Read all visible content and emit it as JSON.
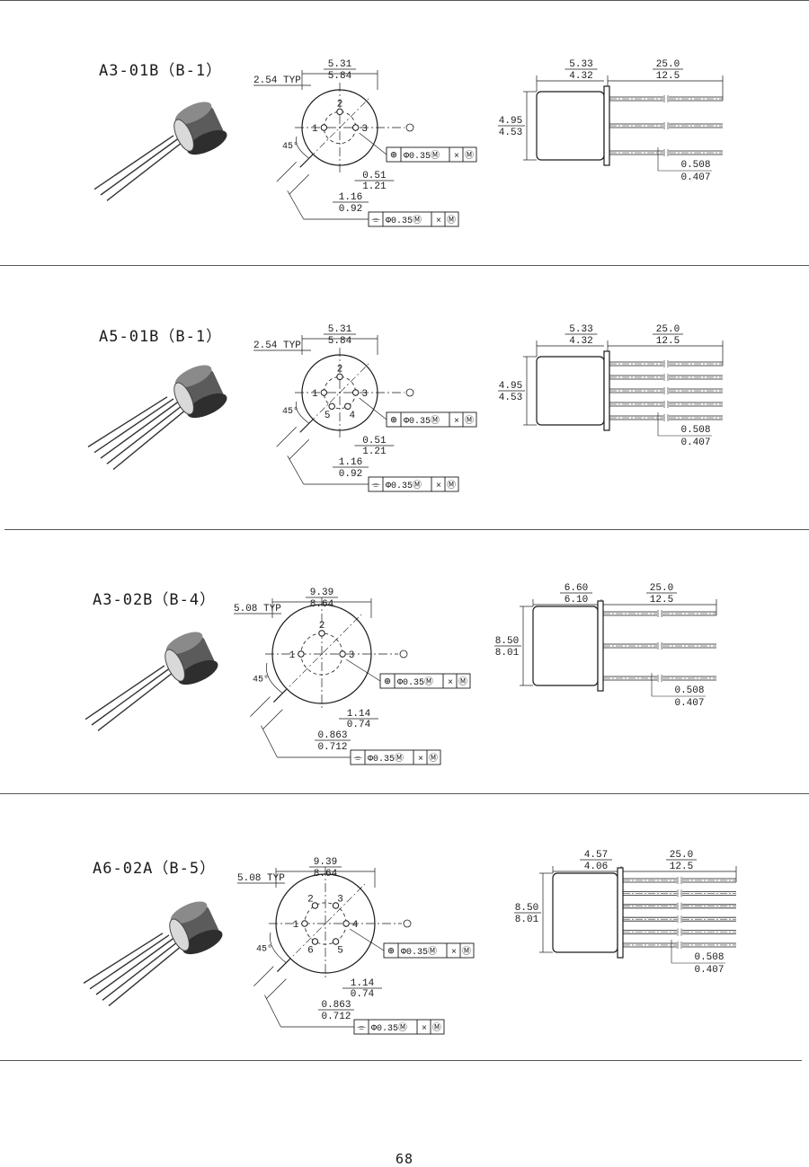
{
  "page_number": "68",
  "packages": [
    {
      "id": "A3-01B",
      "title": "A3-01B（B-1）",
      "pins": 3,
      "top_view": {
        "pin_spacing": "2.54 TYP",
        "dia_max": "5.31",
        "dia_min": "5.84",
        "angle": "45°",
        "tab_a_1": "0.51",
        "tab_a_2": "1.21",
        "tab_b_1": "1.16",
        "tab_b_2": "0.92",
        "pin_labels": [
          "1",
          "2",
          "3"
        ],
        "tol_pos": "Φ0.35Ⓜ",
        "tol_pos_2": "Ⓜ",
        "tol_flat": "Φ0.35Ⓜ",
        "tol_flat_2": "Ⓜ"
      },
      "side_view": {
        "cap_len_1": "5.33",
        "cap_len_2": "4.32",
        "lead_len_1": "25.0",
        "lead_len_2": "12.5",
        "height_1": "4.95",
        "height_2": "4.53",
        "lead_dia_1": "0.508",
        "lead_dia_2": "0.407"
      }
    },
    {
      "id": "A5-01B",
      "title": "A5-01B（B-1）",
      "pins": 5,
      "top_view": {
        "pin_spacing": "2.54 TYP",
        "dia_max": "5.31",
        "dia_min": "5.84",
        "angle": "45°",
        "tab_a_1": "0.51",
        "tab_a_2": "1.21",
        "tab_b_1": "1.16",
        "tab_b_2": "0.92",
        "pin_labels": [
          "1",
          "2",
          "3",
          "4",
          "5"
        ],
        "tol_pos": "Φ0.35Ⓜ",
        "tol_pos_2": "Ⓜ",
        "tol_flat": "Φ0.35Ⓜ",
        "tol_flat_2": "Ⓜ"
      },
      "side_view": {
        "cap_len_1": "5.33",
        "cap_len_2": "4.32",
        "lead_len_1": "25.0",
        "lead_len_2": "12.5",
        "height_1": "4.95",
        "height_2": "4.53",
        "lead_dia_1": "0.508",
        "lead_dia_2": "0.407"
      }
    },
    {
      "id": "A3-02B",
      "title": "A3-02B（B-4）",
      "pins": 3,
      "top_view": {
        "pin_spacing": "5.08 TYP",
        "dia_max": "9.39",
        "dia_min": "8.64",
        "angle": "45°",
        "tab_a_1": "1.14",
        "tab_a_2": "0.74",
        "tab_b_1": "0.863",
        "tab_b_2": "0.712",
        "pin_labels": [
          "1",
          "2",
          "3"
        ],
        "tol_pos": "Φ0.35Ⓜ",
        "tol_pos_2": "Ⓜ",
        "tol_flat": "Φ0.35Ⓜ",
        "tol_flat_2": "Ⓜ"
      },
      "side_view": {
        "cap_len_1": "6.60",
        "cap_len_2": "6.10",
        "lead_len_1": "25.0",
        "lead_len_2": "12.5",
        "height_1": "8.50",
        "height_2": "8.01",
        "lead_dia_1": "0.508",
        "lead_dia_2": "0.407"
      }
    },
    {
      "id": "A6-02A",
      "title": "A6-02A（B-5）",
      "pins": 6,
      "top_view": {
        "pin_spacing": "5.08 TYP",
        "dia_max": "9.39",
        "dia_min": "8.64",
        "angle": "45°",
        "tab_a_1": "1.14",
        "tab_a_2": "0.74",
        "tab_b_1": "0.863",
        "tab_b_2": "0.712",
        "pin_labels": [
          "1",
          "2",
          "3",
          "4",
          "5",
          "6"
        ],
        "tol_pos": "Φ0.35Ⓜ",
        "tol_pos_2": "Ⓜ",
        "tol_flat": "Φ0.35Ⓜ",
        "tol_flat_2": "Ⓜ"
      },
      "side_view": {
        "cap_len_1": "4.57",
        "cap_len_2": "4.06",
        "lead_len_1": "25.0",
        "lead_len_2": "12.5",
        "height_1": "8.50",
        "height_2": "8.01",
        "lead_dia_1": "0.508",
        "lead_dia_2": "0.407"
      }
    }
  ]
}
